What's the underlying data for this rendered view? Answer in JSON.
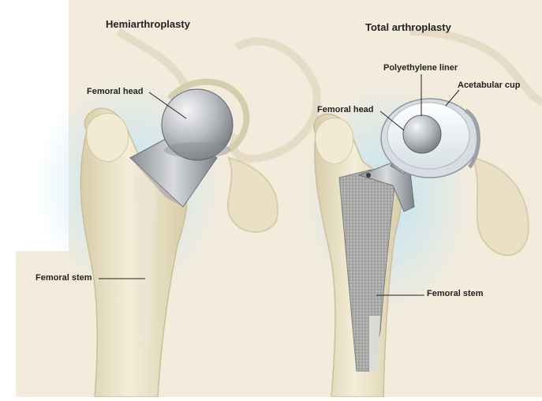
{
  "panels": {
    "left": {
      "title": "Hemiarthroplasty",
      "labels": {
        "femoral_head": "Femoral head",
        "femoral_stem": "Femoral stem"
      }
    },
    "right": {
      "title": "Total arthroplasty",
      "labels": {
        "polyethylene_liner": "Polyethylene liner",
        "acetabular_cup": "Acetabular cup",
        "femoral_head": "Femoral head",
        "femoral_stem": "Femoral stem"
      }
    }
  },
  "colors": {
    "background": "#f3ecdc",
    "bone": "#ece3c8",
    "bone_shadow": "#d8cda9",
    "highlight_blue": "#bfe3f5",
    "metal": "#b9bcc1",
    "liner": "#eef3f6"
  }
}
